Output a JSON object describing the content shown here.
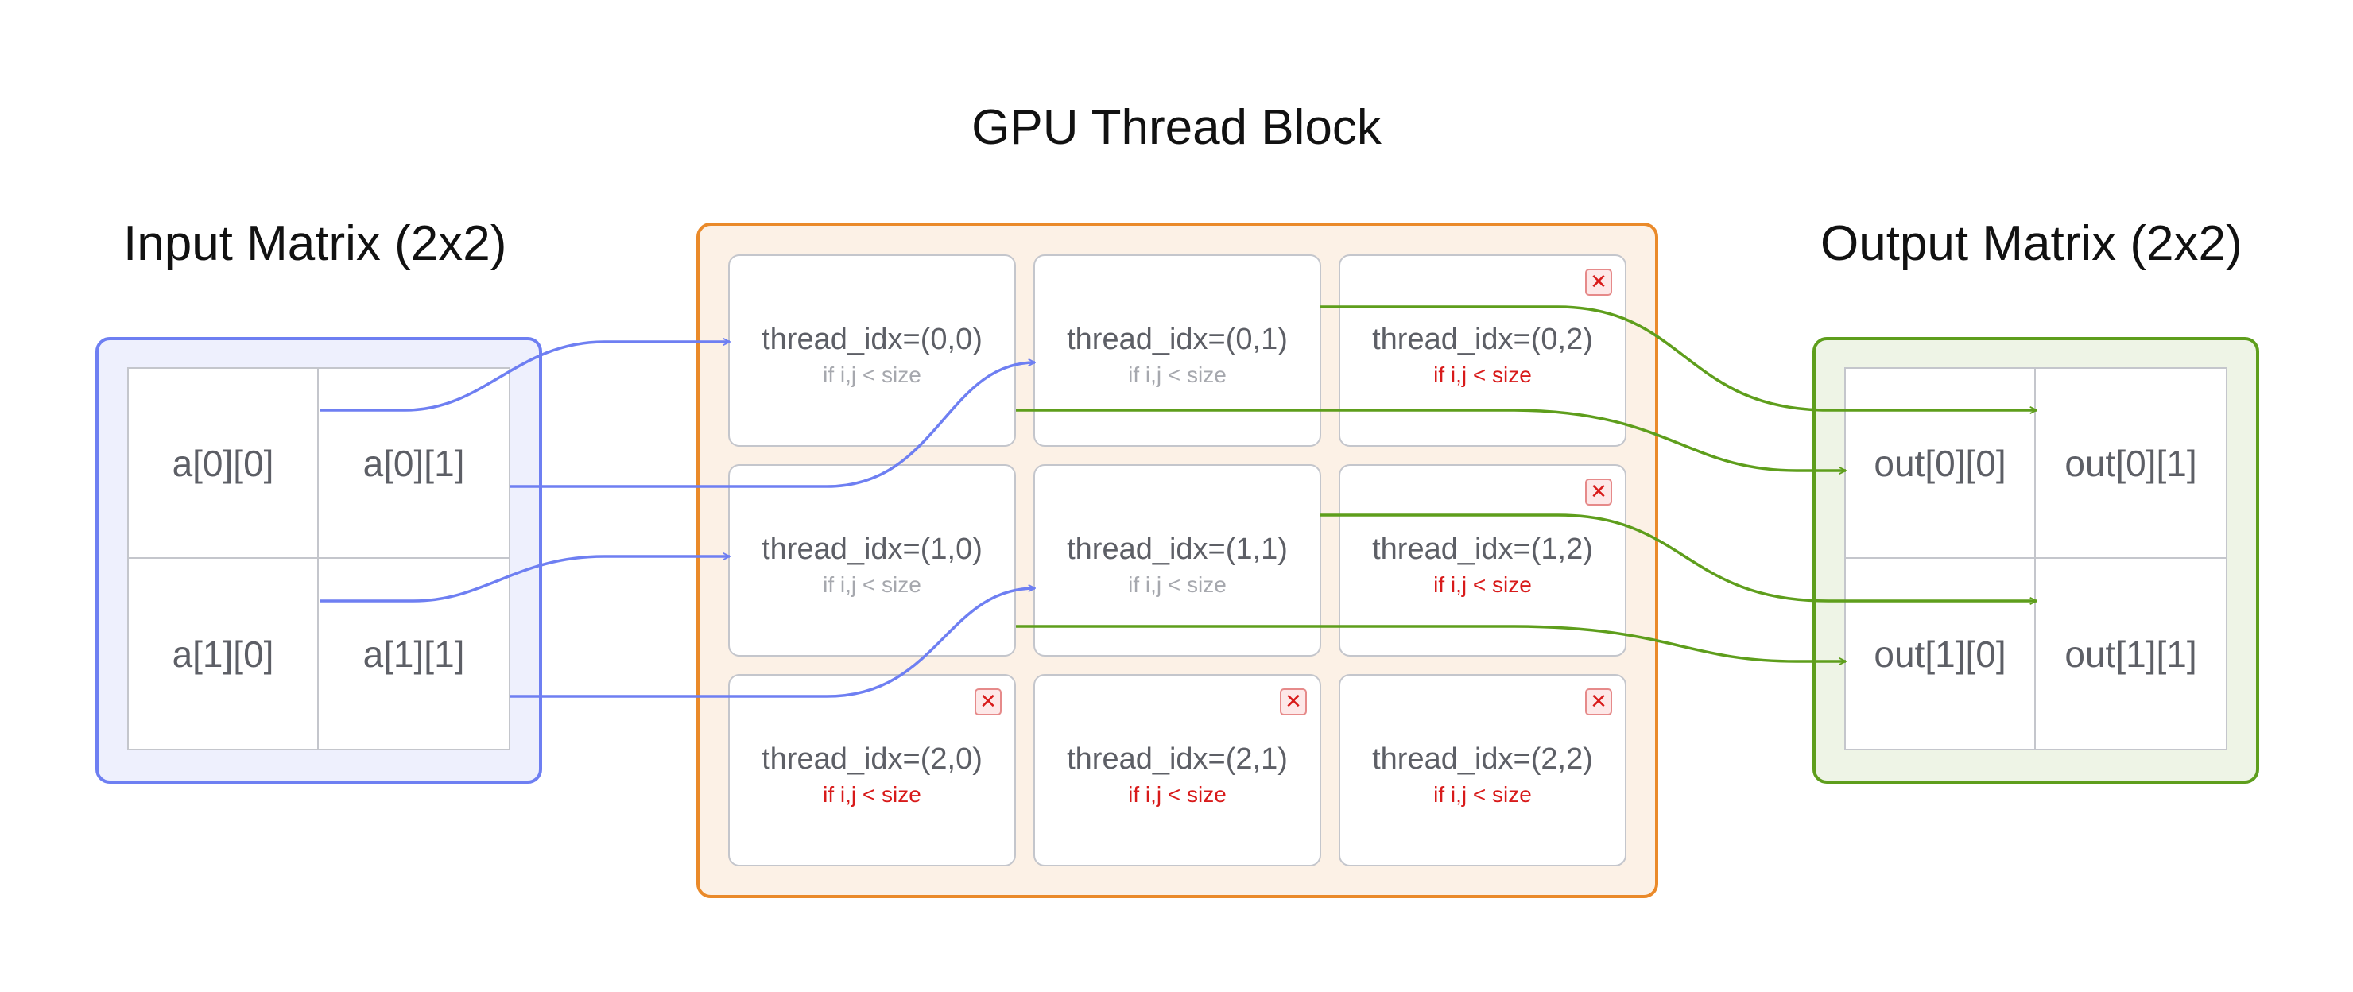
{
  "titles": {
    "block": "GPU Thread Block",
    "input": "Input Matrix (2x2)",
    "output": "Output Matrix (2x2)"
  },
  "colors": {
    "input": "#6e7ff2",
    "input_fill": "#eef0fd",
    "output": "#5e9e1c",
    "output_fill": "#eef4e6",
    "gpu": "#ea8a2a",
    "gpu_fill": "#fcf1e6",
    "error": "#d81a1a"
  },
  "input": {
    "cells": [
      [
        "a[0][0]",
        "a[0][1]"
      ],
      [
        "a[1][0]",
        "a[1][1]"
      ]
    ]
  },
  "output": {
    "cells": [
      [
        "out[0][0]",
        "out[0][1]"
      ],
      [
        "out[1][0]",
        "out[1][1]"
      ]
    ]
  },
  "threads": [
    [
      {
        "label": "thread_idx=(0,0)",
        "cond": "if i,j < size",
        "active": true
      },
      {
        "label": "thread_idx=(0,1)",
        "cond": "if i,j < size",
        "active": true
      },
      {
        "label": "thread_idx=(0,2)",
        "cond": "if i,j < size",
        "active": false
      }
    ],
    [
      {
        "label": "thread_idx=(1,0)",
        "cond": "if i,j < size",
        "active": true
      },
      {
        "label": "thread_idx=(1,1)",
        "cond": "if i,j < size",
        "active": true
      },
      {
        "label": "thread_idx=(1,2)",
        "cond": "if i,j < size",
        "active": false
      }
    ],
    [
      {
        "label": "thread_idx=(2,0)",
        "cond": "if i,j < size",
        "active": false
      },
      {
        "label": "thread_idx=(2,1)",
        "cond": "if i,j < size",
        "active": false
      },
      {
        "label": "thread_idx=(2,2)",
        "cond": "if i,j < size",
        "active": false
      }
    ]
  ],
  "out_of_bounds_icon": "close-icon",
  "out_of_bounds_glyph": "✕"
}
